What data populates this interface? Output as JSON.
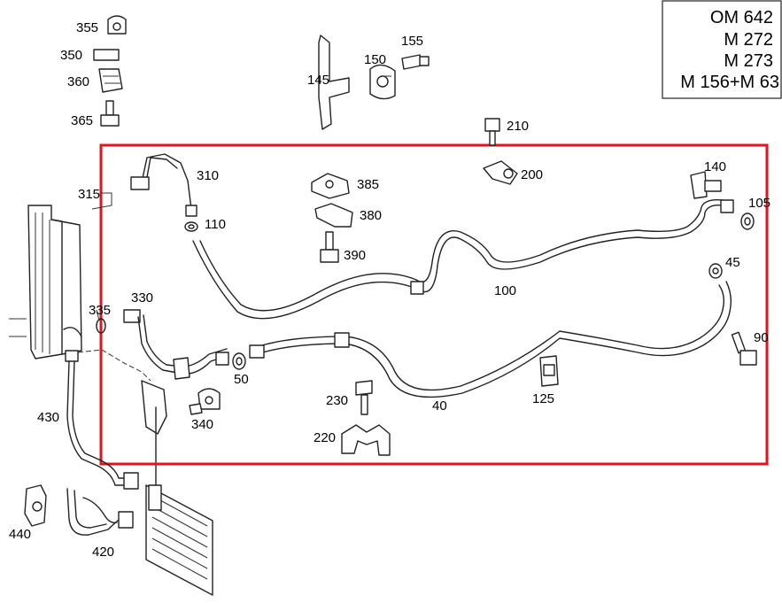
{
  "engine_box": {
    "lines": [
      "OM 642",
      "M 272",
      "M 273",
      "M 156+M 63"
    ]
  },
  "highlight_color": "#e8121c",
  "callouts": {
    "c355": "355",
    "c350": "350",
    "c360": "360",
    "c365": "365",
    "c145": "145",
    "c150": "150",
    "c155": "155",
    "c210": "210",
    "c200": "200",
    "c310": "310",
    "c110": "110",
    "c315": "315",
    "c385": "385",
    "c380": "380",
    "c390": "390",
    "c140": "140",
    "c105": "105",
    "c45": "45",
    "c100": "100",
    "c330": "330",
    "c335": "335",
    "c50": "50",
    "c90": "90",
    "c125": "125",
    "c230": "230",
    "c40": "40",
    "c340": "340",
    "c220": "220",
    "c430": "430",
    "c440": "440",
    "c420": "420"
  }
}
